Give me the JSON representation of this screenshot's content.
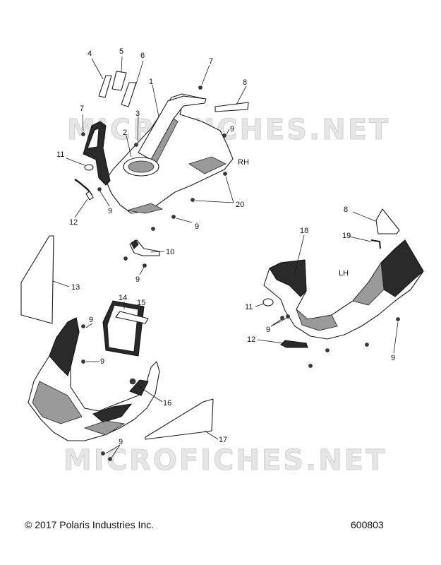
{
  "watermark": "MICROFICHES.NET",
  "footer": {
    "copyright": "© 2017 Polaris Industries Inc.",
    "diagram_number": "600803"
  },
  "side_labels": {
    "right_hand": "RH",
    "left_hand": "LH"
  },
  "callouts": {
    "c1": "1",
    "c2": "2",
    "c3": "3",
    "c4": "4",
    "c5": "5",
    "c6": "6",
    "c7a": "7",
    "c7b": "7",
    "c8a": "8",
    "c8b": "8",
    "c9a": "9",
    "c9b": "9",
    "c9c": "9",
    "c9d": "9",
    "c9e": "9",
    "c9f": "9",
    "c9g": "9",
    "c9h": "9",
    "c9i": "9",
    "c10": "10",
    "c11a": "11",
    "c11b": "11",
    "c12a": "12",
    "c12b": "12",
    "c13": "13",
    "c14": "14",
    "c15": "15",
    "c16": "16",
    "c17": "17",
    "c18": "18",
    "c19": "19",
    "c20": "20"
  }
}
